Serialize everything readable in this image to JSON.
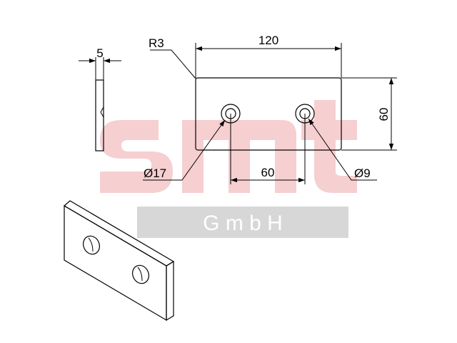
{
  "watermark": {
    "logo_text": "smt",
    "company_text": "G m b H",
    "logo_color": "#f6cfd1",
    "band_color": "#d7d7d7"
  },
  "dimensions": {
    "thickness": "5",
    "length": "120",
    "height": "60",
    "hole_spacing": "60",
    "corner_radius": "R3",
    "counterbore_diameter": "Ø17",
    "hole_diameter": "Ø9"
  },
  "colors": {
    "line": "#000000",
    "background": "#ffffff"
  }
}
